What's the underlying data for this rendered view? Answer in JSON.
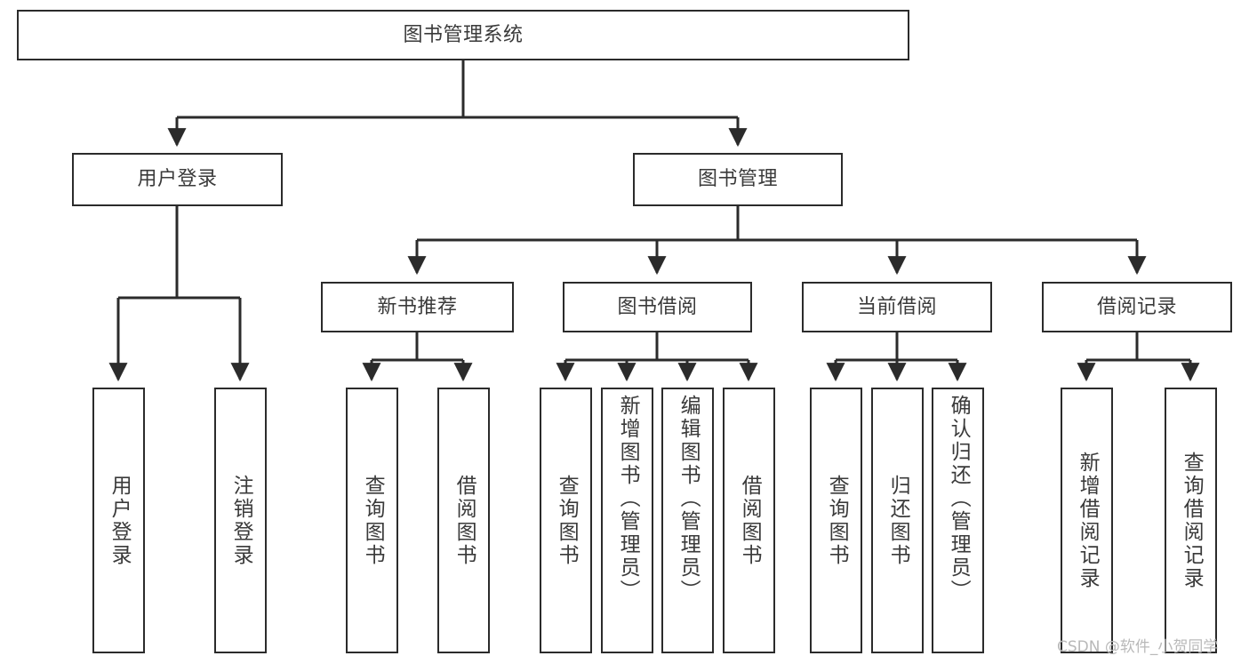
{
  "diagram": {
    "type": "hierarchy-tree",
    "title": "图书管理系统",
    "watermark": "CSDN @软件_小贺同学",
    "colors": {
      "stroke": "#2b2b2b",
      "text": "#3a3a3a",
      "background": "#ffffff",
      "watermark": "#b9b9b9"
    },
    "nodes": {
      "root": {
        "label": "图书管理系统"
      },
      "level2": [
        {
          "label": "用户登录"
        },
        {
          "label": "图书管理"
        }
      ],
      "level3": [
        {
          "label": "新书推荐"
        },
        {
          "label": "图书借阅"
        },
        {
          "label": "当前借阅"
        },
        {
          "label": "借阅记录"
        }
      ],
      "leaves": {
        "user_login": [
          {
            "label": "用户登录"
          },
          {
            "label": "注销登录"
          }
        ],
        "new_book": [
          {
            "label": "查询图书"
          },
          {
            "label": "借阅图书"
          }
        ],
        "book_borrow": [
          {
            "label": "查询图书"
          },
          {
            "label": "新增图书（管理员）"
          },
          {
            "label": "编辑图书（管理员）"
          },
          {
            "label": "借阅图书"
          }
        ],
        "current_borrow": [
          {
            "label": "查询图书"
          },
          {
            "label": "归还图书"
          },
          {
            "label": "确认归还（管理员）"
          }
        ],
        "borrow_record": [
          {
            "label": "新增借阅记录"
          },
          {
            "label": "查询借阅记录"
          }
        ]
      }
    }
  }
}
